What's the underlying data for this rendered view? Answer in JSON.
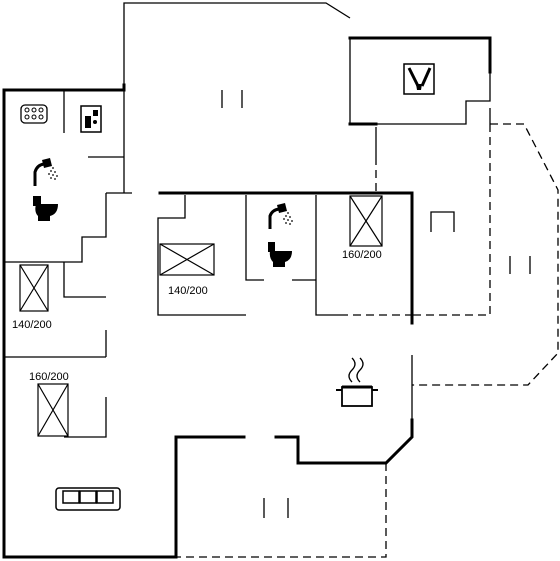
{
  "floorplan": {
    "bed_labels": {
      "left_single": "140/200",
      "left_double": "160/200",
      "center": "140/200",
      "right": "160/200"
    },
    "icons": [
      "hot-tub-icon",
      "washing-machine-icon",
      "shower-icon",
      "toilet-icon",
      "utility-tools-icon",
      "stove-pot-icon",
      "sofa-icon",
      "fireplace-icon"
    ],
    "colors": {
      "wall": "#000000",
      "background": "#ffffff"
    }
  }
}
